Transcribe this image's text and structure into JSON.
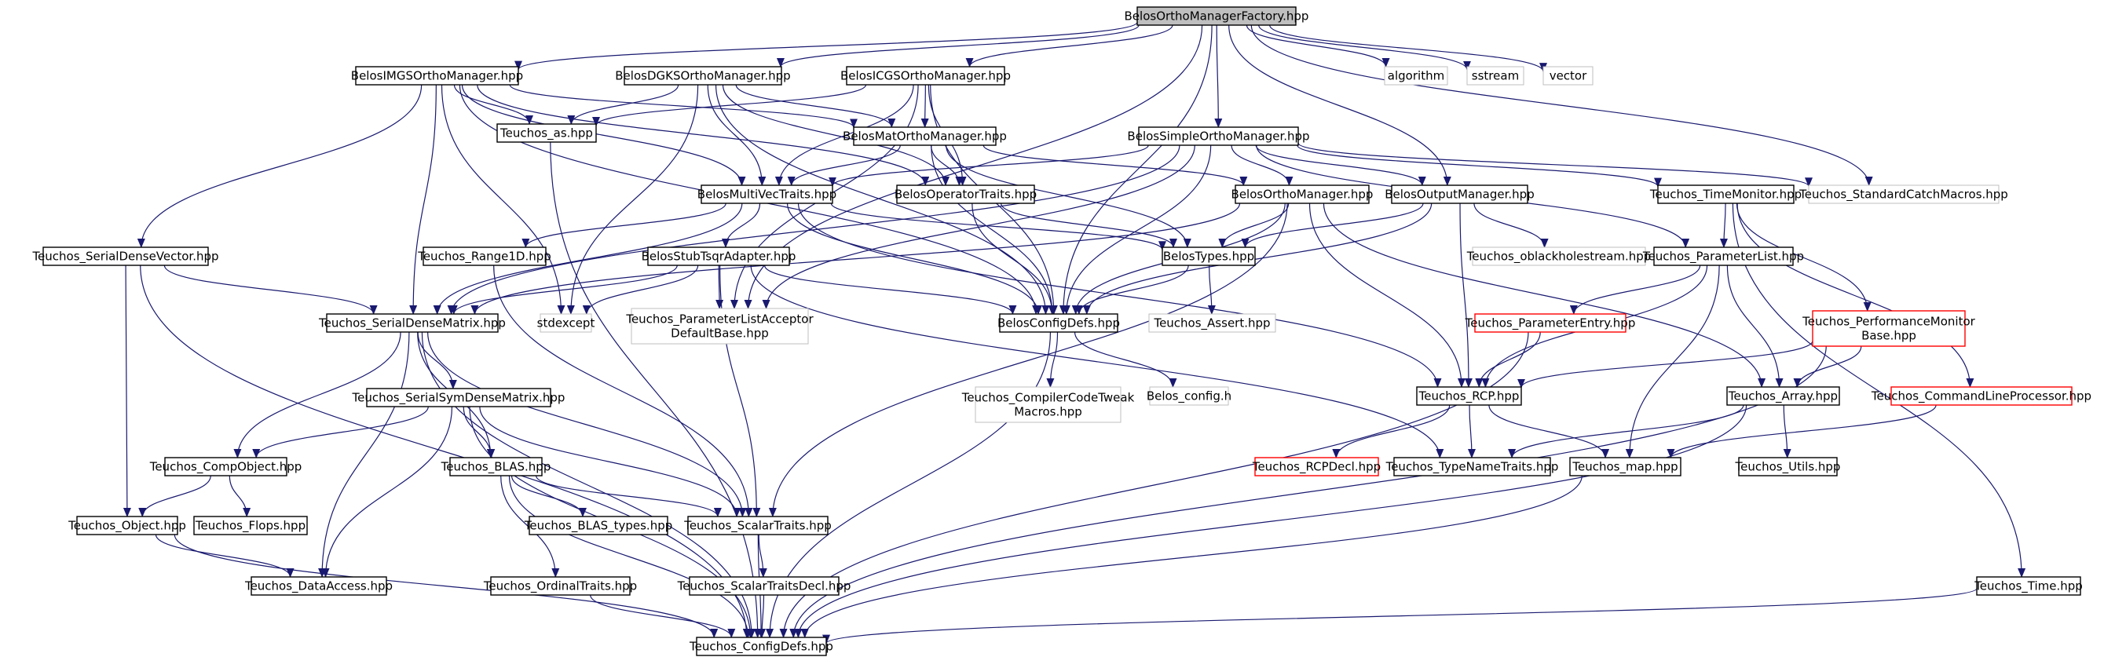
{
  "colors": {
    "edge": "#191970",
    "node_border_default": "#000000",
    "node_border_missing": "#bfbfbf",
    "node_border_truncated": "#ff0000",
    "root_fill": "#bfbfbf",
    "node_fill": "#ffffff"
  },
  "nodes": [
    {
      "id": "root",
      "lines": [
        "BelosOrthoManagerFactory.hpp"
      ],
      "kind": "root"
    },
    {
      "id": "imgs",
      "lines": [
        "BelosIMGSOrthoManager.hpp"
      ],
      "kind": "default"
    },
    {
      "id": "dgks",
      "lines": [
        "BelosDGKSOrthoManager.hpp"
      ],
      "kind": "default"
    },
    {
      "id": "icgs",
      "lines": [
        "BelosICGSOrthoManager.hpp"
      ],
      "kind": "default"
    },
    {
      "id": "algorithm",
      "lines": [
        "algorithm"
      ],
      "kind": "missing"
    },
    {
      "id": "sstream",
      "lines": [
        "sstream"
      ],
      "kind": "missing"
    },
    {
      "id": "vector",
      "lines": [
        "vector"
      ],
      "kind": "missing"
    },
    {
      "id": "as",
      "lines": [
        "Teuchos_as.hpp"
      ],
      "kind": "default"
    },
    {
      "id": "matortho",
      "lines": [
        "BelosMatOrthoManager.hpp"
      ],
      "kind": "default"
    },
    {
      "id": "simpleortho",
      "lines": [
        "BelosSimpleOrthoManager.hpp"
      ],
      "kind": "default"
    },
    {
      "id": "multivec",
      "lines": [
        "BelosMultiVecTraits.hpp"
      ],
      "kind": "default"
    },
    {
      "id": "optraits",
      "lines": [
        "BelosOperatorTraits.hpp"
      ],
      "kind": "default"
    },
    {
      "id": "orthomgr",
      "lines": [
        "BelosOrthoManager.hpp"
      ],
      "kind": "default"
    },
    {
      "id": "outputmgr",
      "lines": [
        "BelosOutputManager.hpp"
      ],
      "kind": "default"
    },
    {
      "id": "timemonitor",
      "lines": [
        "Teuchos_TimeMonitor.hpp"
      ],
      "kind": "default"
    },
    {
      "id": "catchmacros",
      "lines": [
        "Teuchos_StandardCatchMacros.hpp"
      ],
      "kind": "missing"
    },
    {
      "id": "sdvector",
      "lines": [
        "Teuchos_SerialDenseVector.hpp"
      ],
      "kind": "default"
    },
    {
      "id": "range1d",
      "lines": [
        "Teuchos_Range1D.hpp"
      ],
      "kind": "default"
    },
    {
      "id": "stubtsqr",
      "lines": [
        "BelosStubTsqrAdapter.hpp"
      ],
      "kind": "default"
    },
    {
      "id": "belostypes",
      "lines": [
        "BelosTypes.hpp"
      ],
      "kind": "default"
    },
    {
      "id": "oblackhole",
      "lines": [
        "Teuchos_oblackholestream.hpp"
      ],
      "kind": "missing"
    },
    {
      "id": "paramlist",
      "lines": [
        "Teuchos_ParameterList.hpp"
      ],
      "kind": "default"
    },
    {
      "id": "sdmatrix",
      "lines": [
        "Teuchos_SerialDenseMatrix.hpp"
      ],
      "kind": "default"
    },
    {
      "id": "stdexcept",
      "lines": [
        "stdexcept"
      ],
      "kind": "missing"
    },
    {
      "id": "plistacceptor",
      "lines": [
        "Teuchos_ParameterListAcceptor",
        "DefaultBase.hpp"
      ],
      "kind": "missing"
    },
    {
      "id": "configdefs",
      "lines": [
        "BelosConfigDefs.hpp"
      ],
      "kind": "default"
    },
    {
      "id": "assert",
      "lines": [
        "Teuchos_Assert.hpp"
      ],
      "kind": "missing"
    },
    {
      "id": "paramentry",
      "lines": [
        "Teuchos_ParameterEntry.hpp"
      ],
      "kind": "truncated"
    },
    {
      "id": "perfmon",
      "lines": [
        "Teuchos_PerformanceMonitor",
        "Base.hpp"
      ],
      "kind": "truncated"
    },
    {
      "id": "compilertweak",
      "lines": [
        "Teuchos_CompilerCodeTweak",
        "Macros.hpp"
      ],
      "kind": "missing"
    },
    {
      "id": "belosconfigh",
      "lines": [
        "Belos_config.h"
      ],
      "kind": "missing"
    },
    {
      "id": "rcp",
      "lines": [
        "Teuchos_RCP.hpp"
      ],
      "kind": "default"
    },
    {
      "id": "array",
      "lines": [
        "Teuchos_Array.hpp"
      ],
      "kind": "default"
    },
    {
      "id": "cmdline",
      "lines": [
        "Teuchos_CommandLineProcessor.hpp"
      ],
      "kind": "truncated"
    },
    {
      "id": "symdense",
      "lines": [
        "Teuchos_SerialSymDenseMatrix.hpp"
      ],
      "kind": "default"
    },
    {
      "id": "compobject",
      "lines": [
        "Teuchos_CompObject.hpp"
      ],
      "kind": "default"
    },
    {
      "id": "blas",
      "lines": [
        "Teuchos_BLAS.hpp"
      ],
      "kind": "default"
    },
    {
      "id": "rcpdecl",
      "lines": [
        "Teuchos_RCPDecl.hpp"
      ],
      "kind": "truncated"
    },
    {
      "id": "typename",
      "lines": [
        "Teuchos_TypeNameTraits.hpp"
      ],
      "kind": "default"
    },
    {
      "id": "map",
      "lines": [
        "Teuchos_map.hpp"
      ],
      "kind": "default"
    },
    {
      "id": "utils",
      "lines": [
        "Teuchos_Utils.hpp"
      ],
      "kind": "default"
    },
    {
      "id": "object",
      "lines": [
        "Teuchos_Object.hpp"
      ],
      "kind": "default"
    },
    {
      "id": "flops",
      "lines": [
        "Teuchos_Flops.hpp"
      ],
      "kind": "default"
    },
    {
      "id": "blastypes",
      "lines": [
        "Teuchos_BLAS_types.hpp"
      ],
      "kind": "default"
    },
    {
      "id": "scalartraits",
      "lines": [
        "Teuchos_ScalarTraits.hpp"
      ],
      "kind": "default"
    },
    {
      "id": "dataaccess",
      "lines": [
        "Teuchos_DataAccess.hpp"
      ],
      "kind": "default"
    },
    {
      "id": "ordinaltraits",
      "lines": [
        "Teuchos_OrdinalTraits.hpp"
      ],
      "kind": "default"
    },
    {
      "id": "scalartraitsdecl",
      "lines": [
        "Teuchos_ScalarTraitsDecl.hpp"
      ],
      "kind": "default"
    },
    {
      "id": "time",
      "lines": [
        "Teuchos_Time.hpp"
      ],
      "kind": "default"
    },
    {
      "id": "tconfigdefs",
      "lines": [
        "Teuchos_ConfigDefs.hpp"
      ],
      "kind": "default"
    }
  ],
  "edges": [
    [
      "root",
      "imgs"
    ],
    [
      "root",
      "dgks"
    ],
    [
      "root",
      "icgs"
    ],
    [
      "root",
      "algorithm"
    ],
    [
      "root",
      "sstream"
    ],
    [
      "root",
      "vector"
    ],
    [
      "root",
      "simpleortho"
    ],
    [
      "root",
      "configdefs"
    ],
    [
      "root",
      "outputmgr"
    ],
    [
      "root",
      "catchmacros"
    ],
    [
      "root",
      "plistacceptor"
    ],
    [
      "imgs",
      "as"
    ],
    [
      "imgs",
      "matortho"
    ],
    [
      "imgs",
      "multivec"
    ],
    [
      "imgs",
      "optraits"
    ],
    [
      "imgs",
      "configdefs"
    ],
    [
      "imgs",
      "sdmatrix"
    ],
    [
      "imgs",
      "sdvector"
    ],
    [
      "imgs",
      "stdexcept"
    ],
    [
      "dgks",
      "as"
    ],
    [
      "dgks",
      "matortho"
    ],
    [
      "dgks",
      "multivec"
    ],
    [
      "dgks",
      "optraits"
    ],
    [
      "dgks",
      "configdefs"
    ],
    [
      "dgks",
      "stdexcept"
    ],
    [
      "icgs",
      "as"
    ],
    [
      "icgs",
      "matortho"
    ],
    [
      "icgs",
      "multivec"
    ],
    [
      "icgs",
      "optraits"
    ],
    [
      "icgs",
      "configdefs"
    ],
    [
      "icgs",
      "plistacceptor"
    ],
    [
      "as",
      "tconfigdefs"
    ],
    [
      "matortho",
      "multivec"
    ],
    [
      "matortho",
      "optraits"
    ],
    [
      "matortho",
      "orthomgr"
    ],
    [
      "matortho",
      "belostypes"
    ],
    [
      "matortho",
      "configdefs"
    ],
    [
      "simpleortho",
      "multivec"
    ],
    [
      "simpleortho",
      "orthomgr"
    ],
    [
      "simpleortho",
      "outputmgr"
    ],
    [
      "simpleortho",
      "timemonitor"
    ],
    [
      "simpleortho",
      "catchmacros"
    ],
    [
      "simpleortho",
      "configdefs"
    ],
    [
      "simpleortho",
      "paramlist"
    ],
    [
      "simpleortho",
      "sdmatrix"
    ],
    [
      "simpleortho",
      "plistacceptor"
    ],
    [
      "multivec",
      "range1d"
    ],
    [
      "multivec",
      "stubtsqr"
    ],
    [
      "multivec",
      "belostypes"
    ],
    [
      "multivec",
      "sdmatrix"
    ],
    [
      "multivec",
      "rcp"
    ],
    [
      "multivec",
      "configdefs"
    ],
    [
      "optraits",
      "belostypes"
    ],
    [
      "optraits",
      "configdefs"
    ],
    [
      "orthomgr",
      "belostypes"
    ],
    [
      "orthomgr",
      "configdefs"
    ],
    [
      "orthomgr",
      "rcp"
    ],
    [
      "orthomgr",
      "array"
    ],
    [
      "orthomgr",
      "scalartraits"
    ],
    [
      "orthomgr",
      "sdmatrix"
    ],
    [
      "outputmgr",
      "belostypes"
    ],
    [
      "outputmgr",
      "oblackhole"
    ],
    [
      "outputmgr",
      "configdefs"
    ],
    [
      "outputmgr",
      "rcp"
    ],
    [
      "timemonitor",
      "paramlist"
    ],
    [
      "timemonitor",
      "perfmon"
    ],
    [
      "timemonitor",
      "cmdline"
    ],
    [
      "timemonitor",
      "time"
    ],
    [
      "sdvector",
      "sdmatrix"
    ],
    [
      "sdvector",
      "object"
    ],
    [
      "sdvector",
      "tconfigdefs"
    ],
    [
      "range1d",
      "scalartraits"
    ],
    [
      "stubtsqr",
      "sdmatrix"
    ],
    [
      "stubtsqr",
      "stdexcept"
    ],
    [
      "stubtsqr",
      "plistacceptor"
    ],
    [
      "stubtsqr",
      "configdefs"
    ],
    [
      "stubtsqr",
      "scalartraits"
    ],
    [
      "stubtsqr",
      "typename"
    ],
    [
      "belostypes",
      "assert"
    ],
    [
      "belostypes",
      "configdefs"
    ],
    [
      "paramlist",
      "paramentry"
    ],
    [
      "paramlist",
      "rcp"
    ],
    [
      "paramlist",
      "array"
    ],
    [
      "paramlist",
      "map"
    ],
    [
      "sdmatrix",
      "symdense"
    ],
    [
      "sdmatrix",
      "compobject"
    ],
    [
      "sdmatrix",
      "blas"
    ],
    [
      "sdmatrix",
      "scalartraits"
    ],
    [
      "sdmatrix",
      "dataaccess"
    ],
    [
      "sdmatrix",
      "tconfigdefs"
    ],
    [
      "configdefs",
      "compilertweak"
    ],
    [
      "configdefs",
      "belosconfigh"
    ],
    [
      "configdefs",
      "tconfigdefs"
    ],
    [
      "paramentry",
      "rcp"
    ],
    [
      "paramentry",
      "tconfigdefs"
    ],
    [
      "perfmon",
      "rcp"
    ],
    [
      "perfmon",
      "array"
    ],
    [
      "perfmon",
      "tconfigdefs"
    ],
    [
      "rcp",
      "rcpdecl"
    ],
    [
      "rcp",
      "typename"
    ],
    [
      "rcp",
      "map"
    ],
    [
      "array",
      "typename"
    ],
    [
      "array",
      "utils"
    ],
    [
      "array",
      "tconfigdefs"
    ],
    [
      "cmdline",
      "map"
    ],
    [
      "symdense",
      "compobject"
    ],
    [
      "symdense",
      "blas"
    ],
    [
      "symdense",
      "scalartraits"
    ],
    [
      "symdense",
      "dataaccess"
    ],
    [
      "symdense",
      "tconfigdefs"
    ],
    [
      "compobject",
      "object"
    ],
    [
      "compobject",
      "flops"
    ],
    [
      "blas",
      "blastypes"
    ],
    [
      "blas",
      "scalartraits"
    ],
    [
      "blas",
      "ordinaltraits"
    ],
    [
      "blas",
      "tconfigdefs"
    ],
    [
      "map",
      "tconfigdefs"
    ],
    [
      "object",
      "dataaccess"
    ],
    [
      "object",
      "tconfigdefs"
    ],
    [
      "scalartraits",
      "scalartraitsdecl"
    ],
    [
      "scalartraits",
      "tconfigdefs"
    ],
    [
      "ordinaltraits",
      "tconfigdefs"
    ],
    [
      "scalartraitsdecl",
      "tconfigdefs"
    ],
    [
      "time",
      "tconfigdefs"
    ]
  ]
}
